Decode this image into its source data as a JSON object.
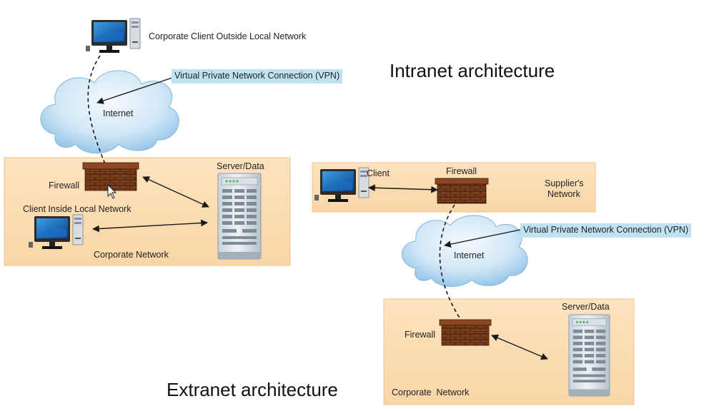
{
  "titles": {
    "intranet": "Intranet architecture",
    "extranet": "Extranet architecture"
  },
  "intranet": {
    "outside_client": "Corporate Client Outside Local Network",
    "vpn": "Virtual Private Network Connection (VPN)",
    "internet": "Internet",
    "firewall": "Firewall",
    "server": "Server/Data",
    "inside_client": "Client Inside Local Network",
    "network": "Corporate Network"
  },
  "extranet": {
    "client": "Client",
    "firewall_top": "Firewall",
    "supplier_line1": "Supplier's",
    "supplier_line2": "Network",
    "vpn": "Virtual Private Network Connection (VPN)",
    "internet": "Internet",
    "firewall_bottom": "Firewall",
    "server": "Server/Data",
    "network": "Corporate  Network"
  },
  "colors": {
    "panel": "#fbdcb2",
    "panel_border": "#f2c58f",
    "cloud_light": "#f2f8fd",
    "cloud_dark": "#8fc2e6",
    "brick": "#7a3d1c",
    "vpn_highlight": "#bfe3f3"
  }
}
